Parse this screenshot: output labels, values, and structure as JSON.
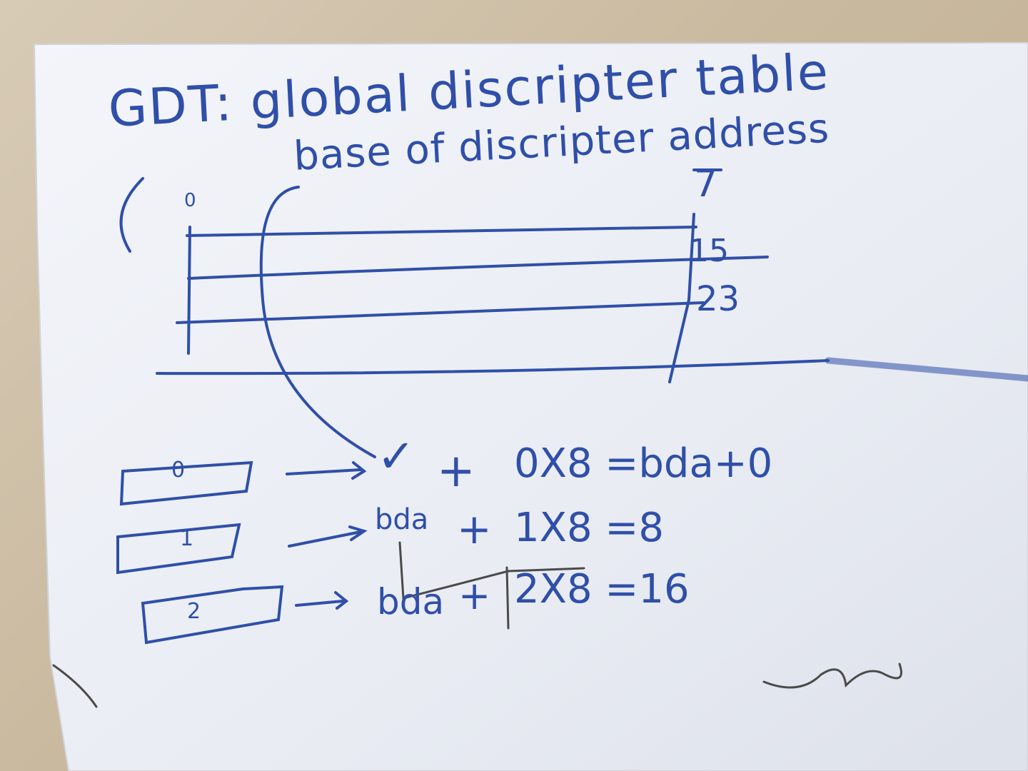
{
  "title": "GDT: global discripter table",
  "subtitle": "base of discripter address",
  "table_markers": {
    "top": "0",
    "first": "7",
    "second": "15",
    "third": "23"
  },
  "entries": [
    "0",
    "1",
    "2"
  ],
  "calculations": [
    {
      "base": "",
      "plus": "+",
      "rest": "0X8 =bda+0"
    },
    {
      "base": "bda",
      "plus": "+",
      "rest": "1X8 =8"
    },
    {
      "base": "bda",
      "plus": "+",
      "rest": "2X8 =16"
    }
  ],
  "colors": {
    "ink": "#2f4fa8",
    "pencil": "#4a4a4a",
    "paper": "#eef0f6"
  }
}
